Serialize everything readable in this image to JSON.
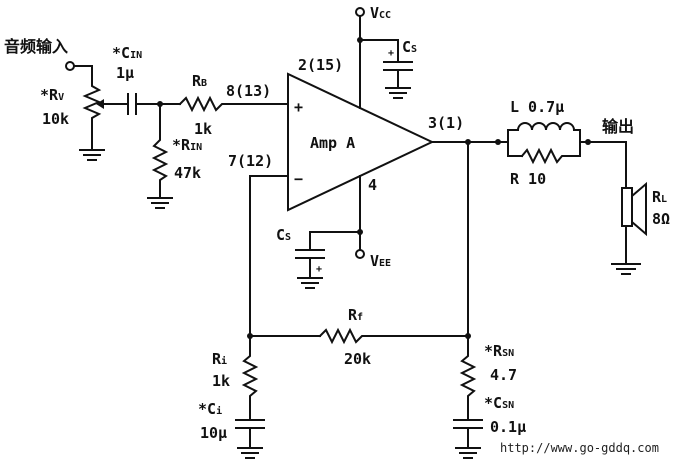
{
  "labels": {
    "audio_in": "音频输入",
    "output": "输出",
    "cin_name": "*C",
    "cin_sub": "IN",
    "cin_val": "1μ",
    "rv_name": "*R",
    "rv_sub": "V",
    "rv_val": "10k",
    "rb_name": "R",
    "rb_sub": "B",
    "rb_val": "1k",
    "rin_name": "*R",
    "rin_sub": "IN",
    "rin_val": "47k",
    "pin_plus": "8(13)",
    "pin_vcc_num": "2(15)",
    "pin_minus": "7(12)",
    "pin_out": "3(1)",
    "pin_vee_num": "4",
    "amp": "Amp A",
    "plus": "+",
    "minus": "−",
    "vcc": "V",
    "vcc_sub": "CC",
    "vee": "V",
    "vee_sub": "EE",
    "cs_top": "C",
    "cs_top_sub": "S",
    "cs_bot": "C",
    "cs_bot_sub": "S",
    "l_val": "L 0.7μ",
    "r_val": "R 10",
    "rl_name": "R",
    "rl_sub": "L",
    "rl_val": "8Ω",
    "rf_name": "R",
    "rf_sub": "f",
    "rf_val": "20k",
    "ri_name": "R",
    "ri_sub": "i",
    "ri_val": "1k",
    "ci_name": "*C",
    "ci_sub": "i",
    "ci_val": "10μ",
    "rsn_name": "*R",
    "rsn_sub": "SN",
    "rsn_val": "4.7",
    "csn_name": "*C",
    "csn_sub": "SN",
    "csn_val": "0.1μ",
    "cap_plus": "+",
    "url": "http://www.go-gddq.com"
  }
}
